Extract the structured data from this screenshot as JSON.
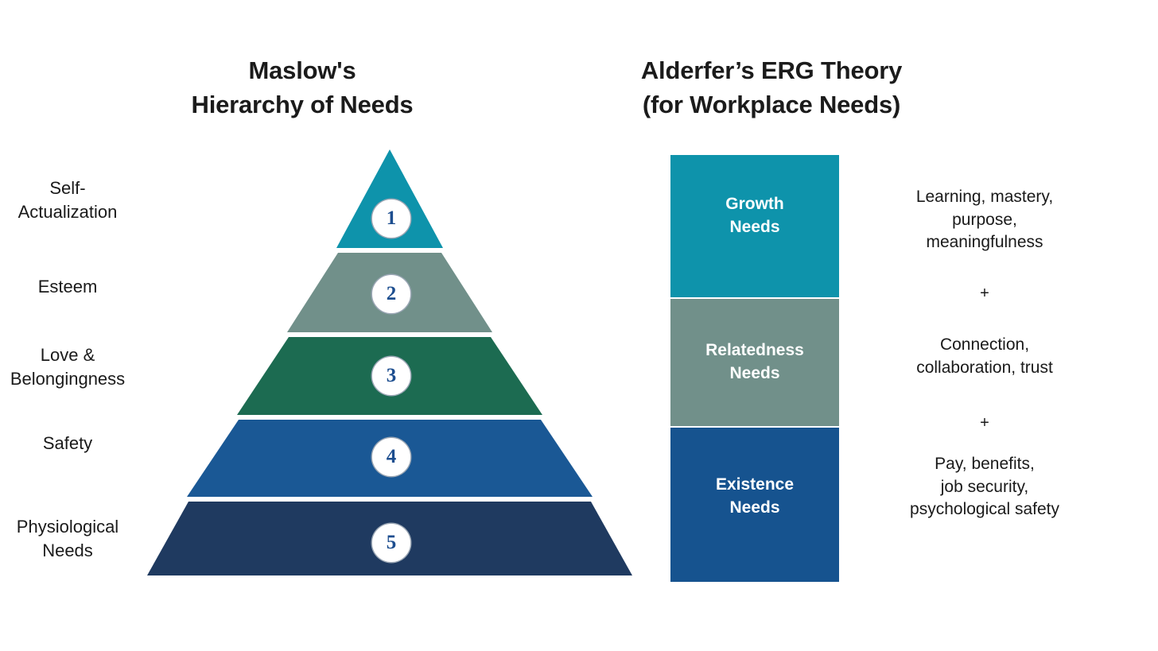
{
  "titles": {
    "maslow": "Maslow's\nHierarchy of Needs",
    "erg": "Alderfer’s ERG Theory\n(for Workplace Needs)"
  },
  "maslow": {
    "levels": [
      {
        "number": "1",
        "label": "Self-\nActualization",
        "color": "#0e93ab"
      },
      {
        "number": "2",
        "label": "Esteem",
        "color": "#71908a"
      },
      {
        "number": "3",
        "label": "Love &\nBelongingness",
        "color": "#1c6b51"
      },
      {
        "number": "4",
        "label": "Safety",
        "color": "#1a5895"
      },
      {
        "number": "5",
        "label": "Physiological\nNeeds",
        "color": "#1f3a60"
      }
    ]
  },
  "erg": {
    "blocks": [
      {
        "label": "Growth\nNeeds",
        "color": "#0e93ab",
        "description": "Learning, mastery,\npurpose,\nmeaningfulness"
      },
      {
        "label": "Relatedness\nNeeds",
        "color": "#71908a",
        "description": "Connection,\ncollaboration, trust"
      },
      {
        "label": "Existence\nNeeds",
        "color": "#16538f",
        "description": "Pay, benefits,\njob security,\npsychological safety"
      }
    ],
    "separators": [
      "+",
      "+"
    ]
  },
  "chart_data": {
    "type": "diagram",
    "title": "Maslow's Hierarchy of Needs vs. Alderfer's ERG Theory",
    "left_model": {
      "name": "Maslow's Hierarchy of Needs",
      "shape": "pyramid",
      "tiers_top_to_bottom": [
        {
          "rank": 1,
          "name": "Self-Actualization",
          "color": "#0e93ab"
        },
        {
          "rank": 2,
          "name": "Esteem",
          "color": "#71908a"
        },
        {
          "rank": 3,
          "name": "Love & Belongingness",
          "color": "#1c6b51"
        },
        {
          "rank": 4,
          "name": "Safety",
          "color": "#1a5895"
        },
        {
          "rank": 5,
          "name": "Physiological Needs",
          "color": "#1f3a60"
        }
      ]
    },
    "right_model": {
      "name": "Alderfer’s ERG Theory (for Workplace Needs)",
      "shape": "stacked-bars",
      "blocks_top_to_bottom": [
        {
          "name": "Growth Needs",
          "color": "#0e93ab",
          "examples": [
            "Learning",
            "mastery",
            "purpose",
            "meaningfulness"
          ],
          "maps_to_maslow": [
            "Self-Actualization",
            "Esteem"
          ]
        },
        {
          "name": "Relatedness Needs",
          "color": "#71908a",
          "examples": [
            "Connection",
            "collaboration",
            "trust"
          ],
          "maps_to_maslow": [
            "Love & Belongingness"
          ]
        },
        {
          "name": "Existence Needs",
          "color": "#16538f",
          "examples": [
            "Pay",
            "benefits",
            "job security",
            "psychological safety"
          ],
          "maps_to_maslow": [
            "Safety",
            "Physiological Needs"
          ]
        }
      ]
    }
  }
}
